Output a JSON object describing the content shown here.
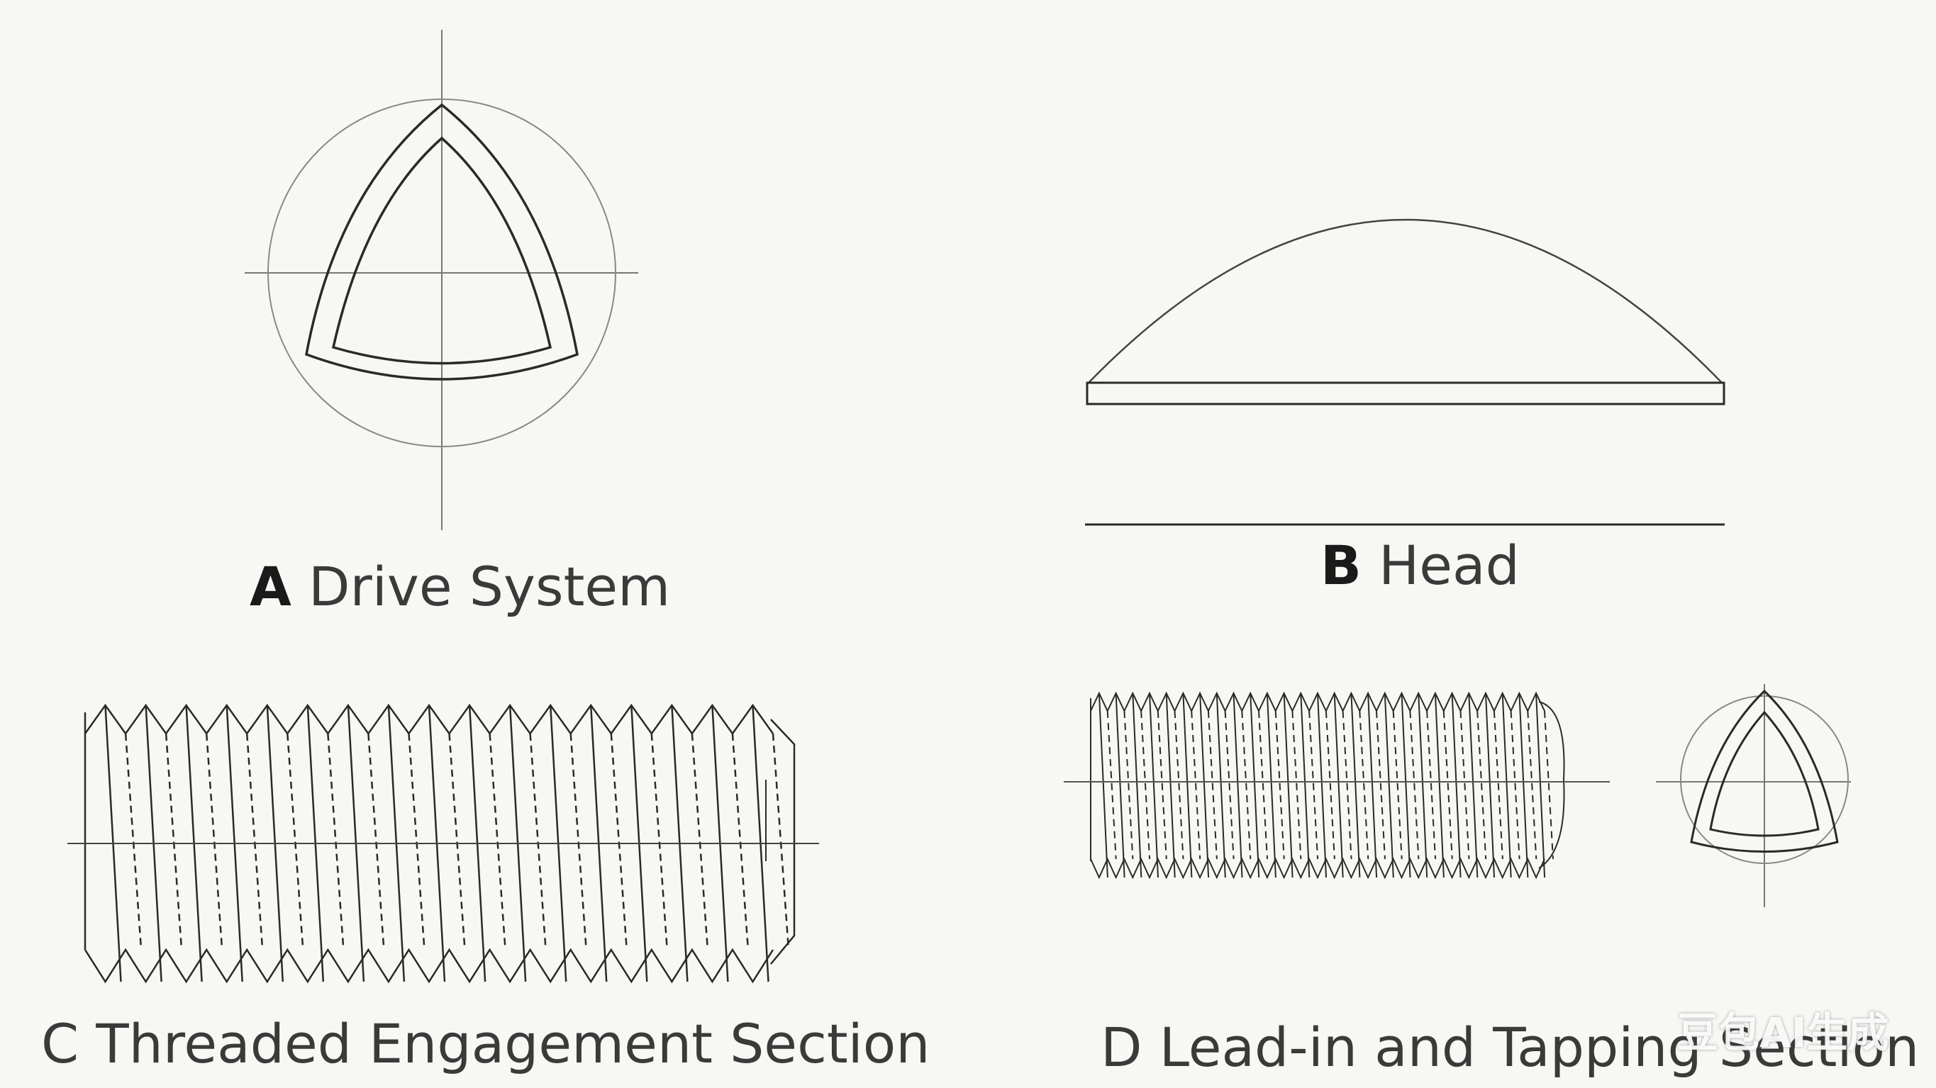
{
  "panels": [
    {
      "letter": "A",
      "caption": "Drive System"
    },
    {
      "letter": "B",
      "caption": "Head"
    },
    {
      "letter": "C",
      "caption": "Threaded Engagement Section"
    },
    {
      "letter": "D",
      "caption": "Lead-in and Tapping Section"
    }
  ],
  "watermark": "豆包AI生成",
  "colors": {
    "background": "#f7f7f4",
    "line": "#2a2a2a",
    "thin_line": "#777777"
  }
}
